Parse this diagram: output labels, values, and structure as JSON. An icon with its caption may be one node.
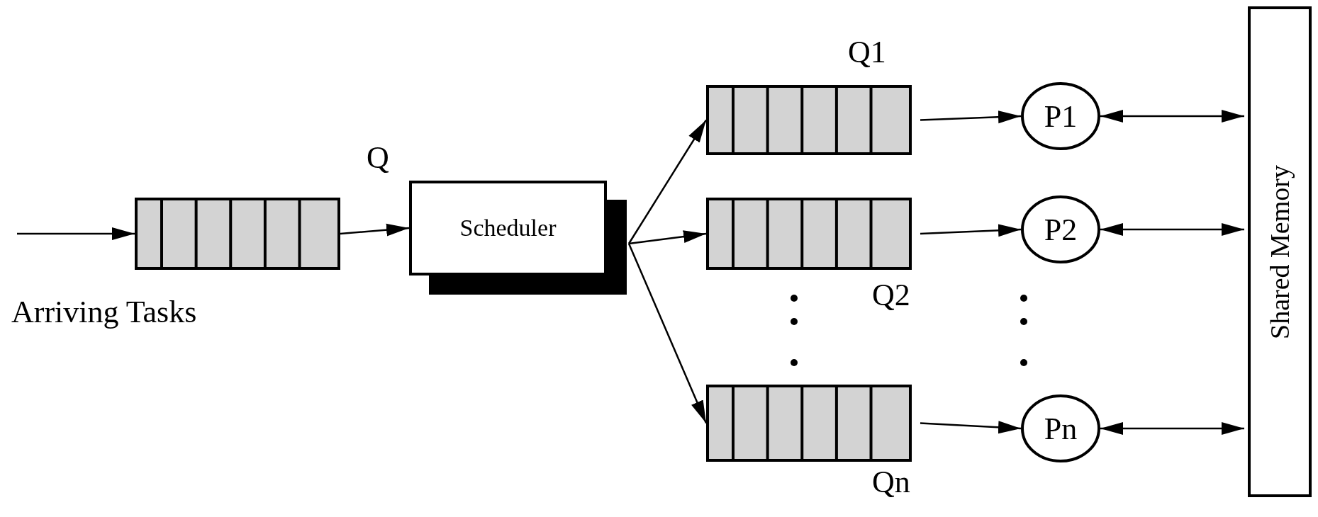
{
  "diagram": {
    "nodes": [
      {
        "text": [
          "Q"
        ]
      },
      {
        "text": [
          "Scheduler"
        ]
      },
      {
        "text": [
          "Q1"
        ]
      },
      {
        "text": [
          "Q2"
        ]
      },
      {
        "text": [
          "Qn"
        ]
      },
      {
        "text": [
          "P1"
        ]
      },
      {
        "text": [
          "P2"
        ]
      },
      {
        "text": [
          "Pn"
        ]
      },
      {
        "text": [
          "Shared Memory"
        ]
      }
    ],
    "edges": [
      {
        "from": null,
        "to": 0,
        "arrow": "to"
      },
      {
        "from": 0,
        "to": 1,
        "arrow": "to"
      },
      {
        "from": 1,
        "to": 2,
        "arrow": "to"
      },
      {
        "from": 1,
        "to": 3,
        "arrow": "to"
      },
      {
        "from": 1,
        "to": 4,
        "arrow": "to"
      },
      {
        "from": 2,
        "to": 5,
        "arrow": "to"
      },
      {
        "from": 3,
        "to": 6,
        "arrow": "to"
      },
      {
        "from": 4,
        "to": 7,
        "arrow": "to"
      },
      {
        "from": 5,
        "to": 8,
        "arrow": "both"
      },
      {
        "from": 6,
        "to": 8,
        "arrow": "both"
      },
      {
        "from": 7,
        "to": 8,
        "arrow": "both"
      }
    ],
    "labels": [
      "Arriving Tasks"
    ]
  }
}
